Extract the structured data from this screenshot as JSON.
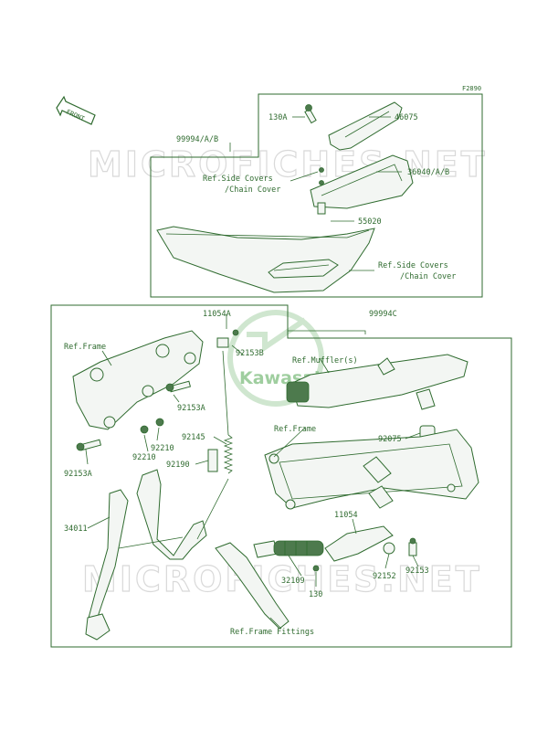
{
  "diagram_code": "F2890",
  "front_arrow": {
    "label": "FRONT"
  },
  "watermarks": {
    "text": "MICROFICHES.NET",
    "logo_text": "Kawasaki"
  },
  "colors": {
    "line": "#2f6b2f",
    "watermark": "#d9d9d9",
    "logo": "#9fce9f"
  },
  "labels": {
    "p130A": "130A",
    "p46075": "46075",
    "p99994ab": "99994/A/B",
    "ref_side_covers_1a": "Ref.Side Covers",
    "ref_side_covers_1b": "/Chain Cover",
    "p36040ab": "36040/A/B",
    "p55020": "55020",
    "ref_side_covers_2a": "Ref.Side Covers",
    "ref_side_covers_2b": "/Chain Cover",
    "p11054A": "11054A",
    "p99994C": "99994C",
    "ref_frame_1": "Ref.Frame",
    "p92153B": "92153B",
    "ref_muffler": "Ref.Muffler(s)",
    "p92153A_1": "92153A",
    "p92210_1": "92210",
    "p92210_2": "92210",
    "p92145": "92145",
    "ref_frame_2": "Ref.Frame",
    "p92075": "92075",
    "p92190": "92190",
    "p92153A_2": "92153A",
    "p34011": "34011",
    "p11054": "11054",
    "p32109": "32109",
    "p92152": "92152",
    "p92153": "92153",
    "p130": "130",
    "ref_frame_fittings": "Ref.Frame Fittings"
  }
}
